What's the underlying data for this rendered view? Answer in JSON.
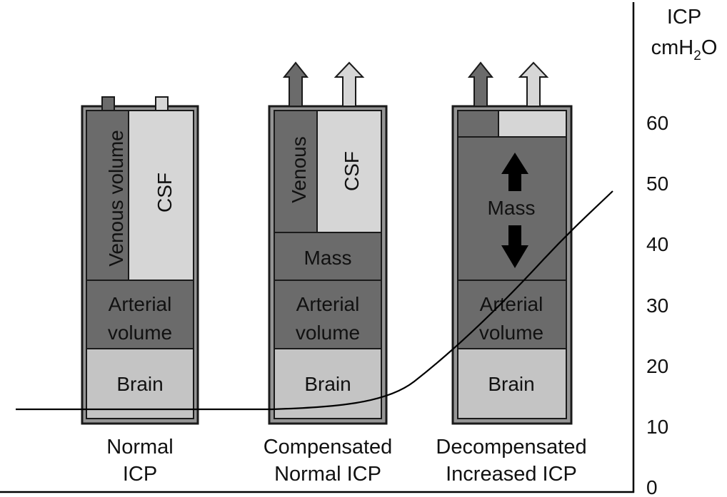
{
  "axis": {
    "title_line1": "ICP",
    "title_line2_main": "cmH",
    "title_line2_sub": "2",
    "title_line2_end": "O",
    "ticks": [
      "0",
      "10",
      "20",
      "30",
      "40",
      "50",
      "60"
    ]
  },
  "columns": [
    {
      "venous_label": "Venous volume",
      "csf_label": "CSF",
      "arterial_line1": "Arterial",
      "arterial_line2": "volume",
      "brain_label": "Brain",
      "caption_line1": "Normal",
      "caption_line2": "ICP"
    },
    {
      "venous_label": "Venous",
      "csf_label": "CSF",
      "mass_label": "Mass",
      "arterial_line1": "Arterial",
      "arterial_line2": "volume",
      "brain_label": "Brain",
      "caption_line1": "Compensated",
      "caption_line2": "Normal ICP"
    },
    {
      "mass_label": "Mass",
      "arterial_line1": "Arterial",
      "arterial_line2": "volume",
      "brain_label": "Brain",
      "caption_line1": "Decompensated",
      "caption_line2": "Increased ICP"
    }
  ],
  "colors": {
    "dark": "#6b6b6b",
    "medium": "#959595",
    "light": "#c4c4c4",
    "lighter": "#d6d6d6",
    "outline": "#1a1a1a"
  }
}
